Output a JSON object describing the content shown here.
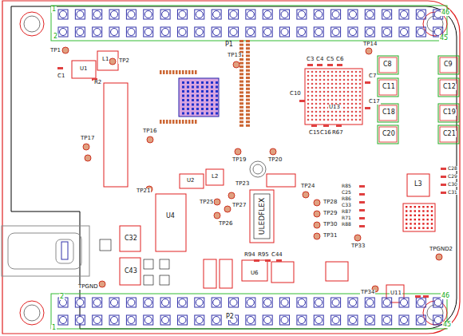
{
  "diagram": {
    "labels": [
      "1",
      "2",
      "46",
      "45",
      "P1",
      "TP1",
      "L1",
      "TP2",
      "U1",
      "C1",
      "R2",
      "TP13",
      "TP14",
      "C3",
      "C4",
      "C5",
      "C6",
      "U13",
      "C10",
      "C7",
      "C17",
      "C15",
      "C16",
      "R67",
      "C8",
      "C9",
      "C11",
      "C12",
      "C18",
      "C19",
      "C20",
      "C21",
      "TP19",
      "TP20",
      "TP17",
      "TP16",
      "TP21",
      "U2",
      "L2",
      "TP23",
      "TP25",
      "TP27",
      "TP26",
      "U4",
      "ULEDFLEX",
      "TP24",
      "TP28",
      "TP29",
      "TP30",
      "TP31",
      "L3",
      "TP33",
      "TPGND2",
      "TP34",
      "U11",
      "C32",
      "C43",
      "TPGND",
      "U6",
      "R94",
      "R95",
      "C44",
      "P2",
      "2",
      "1",
      "46",
      "45",
      "R85",
      "C25",
      "R86",
      "C33",
      "R87",
      "R71",
      "R88",
      "C28",
      "C29",
      "C30",
      "C31"
    ]
  }
}
